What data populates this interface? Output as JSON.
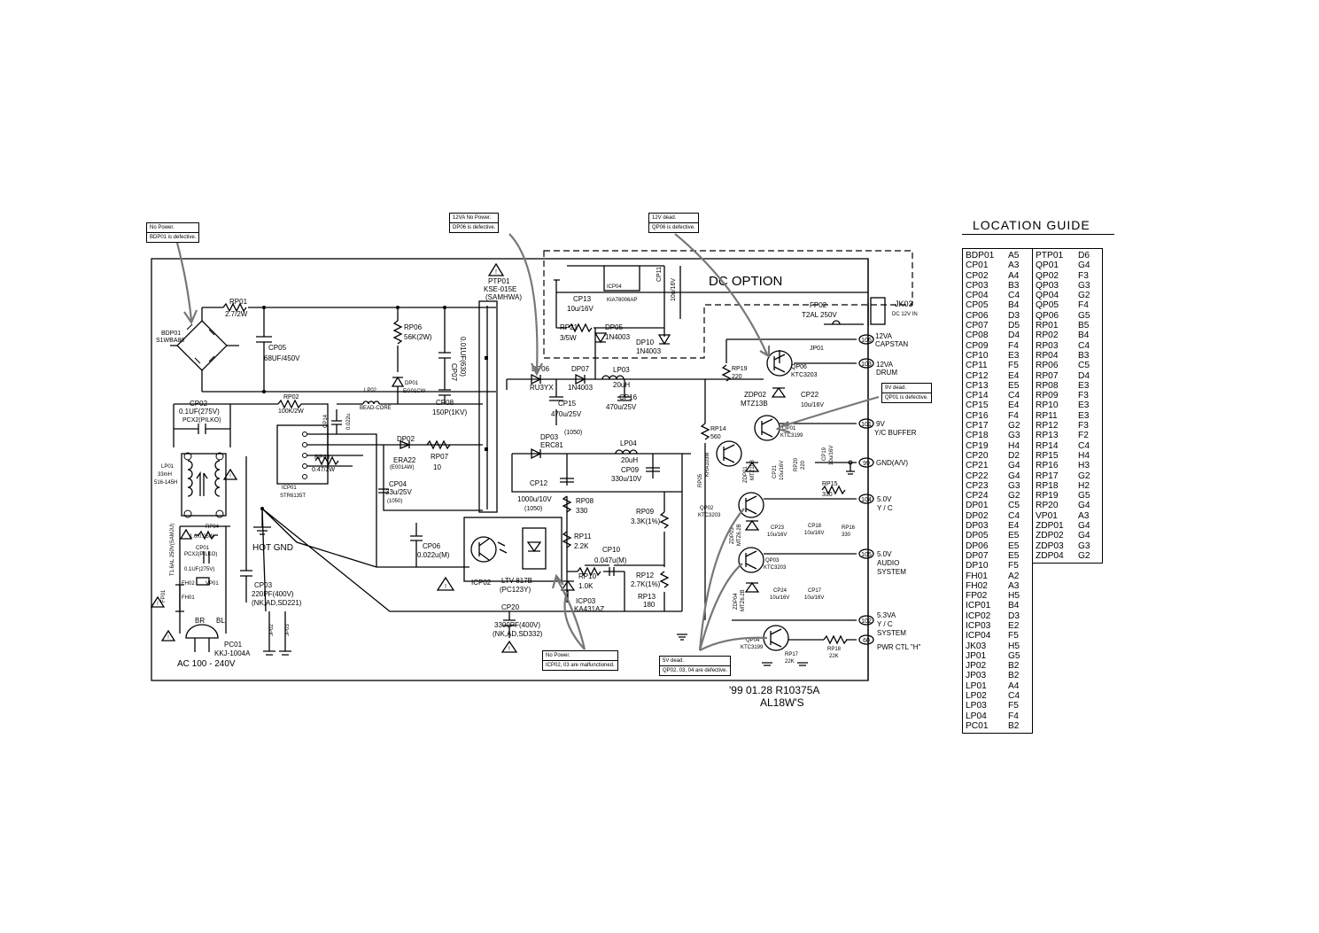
{
  "schematic": {
    "dc_option": "DC OPTION",
    "hot_gnd": "HOT GND",
    "ac_label": "AC 100 - 240V",
    "footer_date": "'99 01.28 R10375A",
    "footer_model": "AL18W'S",
    "components": {
      "rp01": "RP01",
      "rp01_val": "2.7/2W",
      "bdp01": "BDP01",
      "bdp01_val": "S1WBA80",
      "cp05": "CP05",
      "cp05_val": "68UF/450V",
      "rp06": "RP06",
      "rp06_val": "56K(2W)",
      "cp07": "CP07",
      "cp07_val": "0.01UF(630)",
      "dp01": "DP01",
      "dp01_val": "EG01CW",
      "ptp01": "PTP01",
      "ptp01_val": "KSE-015E",
      "ptp01_mfr": "(SAMHWA)",
      "cp02": "CP02",
      "cp02_val": "0.1UF(275V)",
      "cp02_mfr": "PCX2(PILKO)",
      "rp02": "RP02",
      "rp02_val": "100K/2W",
      "lp02": "LP02",
      "lp02_val": "BEAD-CORE",
      "cp08": "CP08",
      "cp08_val": "150P(1KV)",
      "cp14": "CP14",
      "cp14_val": "0.022u",
      "lp01": "LP01",
      "lp01_val": "33mH",
      "lp01_part": "516-145H",
      "dp02": "DP02",
      "dp02_val": "ERA22",
      "dp02_sub": "(E001AW)",
      "rp07": "RP07",
      "rp07_val": "10",
      "rp03": "RP03",
      "rp03_val": "0.47/2W",
      "icp01": "ICP01",
      "icp01_val": "STR6135T",
      "cp04": "CP04",
      "cp04_val": "33u/25V",
      "cp04_sub": "(1050)",
      "rp04": "RP04",
      "rp04_val": "1.0/0.25W",
      "cp01": "CP01",
      "cp01_val": "PCX2(PILKO)",
      "cp01_val2": "0.1UF(275V)",
      "fp01": "FP01",
      "fp01_val": "T1.6AL 250V(SAMJU)",
      "fh02": "FH02",
      "fh01": "FH01",
      "vp01": "VP01",
      "cp03": "CP03",
      "cp03_val": "220PF(400V)",
      "cp03_sub": "(NK,AD,SD221)",
      "jp02": "JP02",
      "jp03": "JP03",
      "pc01": "PC01",
      "pc01_val": "KKJ-1004A",
      "br": "BR",
      "bl": "BL",
      "icp04": "ICP04",
      "icp04_val": "KIA78006AP",
      "cp13": "CP13",
      "cp13_val": "10u/16V",
      "cp11": "CP11",
      "cp11_val": "10u/16V",
      "rp21": "RP21",
      "rp21_val": "3/5W",
      "dp05": "DP05",
      "dp05_val": "1N4003",
      "dp10": "DP10",
      "dp10_val": "1N4003",
      "fp02": "FP02",
      "fp02_val": "T2AL 250V",
      "jk03": "JK03",
      "jk03_val": "DC 12V IN",
      "dp06": "DP06",
      "dp06_val": "RU3YX",
      "dp07": "DP07",
      "dp07_val": "1N4003",
      "lp03": "LP03",
      "lp03_val": "20uH",
      "cp15": "CP15",
      "cp15_val": "470u/25V",
      "cp15_sub": "(1050)",
      "cp16": "CP16",
      "cp16_val": "470u/25V",
      "dp03": "DP03",
      "dp03_val": "ERC81",
      "lp04": "LP04",
      "lp04_val": "20uH",
      "cp09": "CP09",
      "cp09_val": "330u/10V",
      "cp12": "CP12",
      "cp12_val": "1000u/10V",
      "cp12_sub": "(1050)",
      "rp08": "RP08",
      "rp08_val": "330",
      "cp06": "CP06",
      "cp06_val": "0.022u(M)",
      "rp09": "RP09",
      "rp09_val": "3.3K(1%)",
      "rp11": "RP11",
      "rp11_val": "2.2K",
      "cp10": "CP10",
      "cp10_val": "0.047u(M)",
      "rp10": "RP10",
      "rp10_val": "1.0K",
      "rp12": "RP12",
      "rp12_val": "2.7K(1%)",
      "rp13": "RP13",
      "rp13_val": "180",
      "icp02": "ICP02",
      "icp02_val": "LTV-817B",
      "icp02_sub": "(PC123Y)",
      "icp03": "ICP03",
      "icp03_val": "KA431AZ",
      "cp20": "CP20",
      "cp20_val": "3300PF(400V)",
      "cp20_sub": "(NK,AD,SD332)",
      "jp01": "JP01",
      "qp06": "QP06",
      "qp06_val": "KTC3203",
      "rp19": "RP19",
      "rp19_val": "220",
      "zdp02": "ZDP02",
      "zdp02_val": "MTZ13B",
      "cp22": "CP22",
      "cp22_val": "10u/16V",
      "qp01": "QP01",
      "qp01_val": "KTC3199",
      "rp14": "RP14",
      "rp14_val": "560",
      "rp05": "RP05",
      "rp05_val": "KRA103M",
      "zdp01": "ZDP01",
      "zdp01_val": "MTZ10B",
      "cp21": "CP21",
      "cp21_val": "10u/16V",
      "rp20": "RP20",
      "rp20_val": "220",
      "cp19": "CP19",
      "cp19_val": "10u/16V",
      "rp15": "RP15",
      "rp15_val": "330",
      "qp02": "QP02",
      "qp02_val": "KTC3203",
      "zdp03": "ZDP03",
      "zdp03_val": "MTZ6.2B",
      "cp23": "CP23",
      "cp23_val": "10u/16V",
      "cp18": "CP18",
      "cp18_val": "10u/16V",
      "rp16": "RP16",
      "rp16_val": "330",
      "qp03": "QP03",
      "qp03_val": "KTC3203",
      "zdp04": "ZDP04",
      "zdp04_val": "MTZ6.2B",
      "cp24": "CP24",
      "cp24_val": "10u/16V",
      "cp17": "CP17",
      "cp17_val": "10u/16V",
      "qp04": "QP04",
      "qp04_val": "KTC3199",
      "rp17": "RP17",
      "rp17_val": "22K",
      "rp18": "RP18",
      "rp18_val": "22K"
    },
    "outputs": [
      {
        "pin": "106",
        "l1": "12VA",
        "l2": "CAPSTAN"
      },
      {
        "pin": "103",
        "l1": "12VA",
        "l2": "DRUM"
      },
      {
        "pin": "101",
        "l1": "9V",
        "l2": "Y/C BUFFER"
      },
      {
        "pin": "99",
        "l1": "GND(A/V)",
        "l2": ""
      },
      {
        "pin": "104",
        "l1": "5.0V",
        "l2": "Y / C"
      },
      {
        "pin": "105",
        "l1": "5.0V",
        "l2": "AUDIO",
        "l3": "SYSTEM"
      },
      {
        "pin": "102",
        "l1": "5.3VA",
        "l2": "Y / C",
        "l3": "SYSTEM"
      },
      {
        "pin": "60",
        "l1": "PWR CTL \"H\"",
        "l2": ""
      }
    ]
  },
  "notes": [
    {
      "title": "No Power.",
      "text": "BDP01 is defective."
    },
    {
      "title": "12VA No Power.",
      "text": "DP06 is defective."
    },
    {
      "title": "12V dead.",
      "text": "QP06 is defective."
    },
    {
      "title": "9V dead.",
      "text": "QP01 is defective."
    },
    {
      "title": "No Power.",
      "text": "ICP02, 03 are malfunctioned."
    },
    {
      "title": "5V dead.",
      "text": "QP02, 03, 04 are defective."
    }
  ],
  "location_guide": {
    "title": "LOCATION GUIDE",
    "left": [
      [
        "BDP01",
        "A5"
      ],
      [
        "CP01",
        "A3"
      ],
      [
        "CP02",
        "A4"
      ],
      [
        "CP03",
        "B3"
      ],
      [
        "CP04",
        "C4"
      ],
      [
        "CP05",
        "B4"
      ],
      [
        "CP06",
        "D3"
      ],
      [
        "CP07",
        "D5"
      ],
      [
        "CP08",
        "D4"
      ],
      [
        "CP09",
        "F4"
      ],
      [
        "CP10",
        "E3"
      ],
      [
        "CP11",
        "F5"
      ],
      [
        "CP12",
        "E4"
      ],
      [
        "CP13",
        "E5"
      ],
      [
        "CP14",
        "C4"
      ],
      [
        "CP15",
        "E4"
      ],
      [
        "CP16",
        "F4"
      ],
      [
        "CP17",
        "G2"
      ],
      [
        "CP18",
        "G3"
      ],
      [
        "CP19",
        "H4"
      ],
      [
        "CP20",
        "D2"
      ],
      [
        "CP21",
        "G4"
      ],
      [
        "CP22",
        "G4"
      ],
      [
        "CP23",
        "G3"
      ],
      [
        "CP24",
        "G2"
      ],
      [
        "DP01",
        "C5"
      ],
      [
        "DP02",
        "C4"
      ],
      [
        "DP03",
        "E4"
      ],
      [
        "DP05",
        "E5"
      ],
      [
        "DP06",
        "E5"
      ],
      [
        "DP07",
        "E5"
      ],
      [
        "DP10",
        "F5"
      ],
      [
        "FH01",
        "A2"
      ],
      [
        "FH02",
        "A3"
      ],
      [
        "FP02",
        "H5"
      ],
      [
        "ICP01",
        "B4"
      ],
      [
        "ICP02",
        "D3"
      ],
      [
        "ICP03",
        "E2"
      ],
      [
        "ICP04",
        "F5"
      ],
      [
        "JK03",
        "H5"
      ],
      [
        "JP01",
        "G5"
      ],
      [
        "JP02",
        "B2"
      ],
      [
        "JP03",
        "B2"
      ],
      [
        "LP01",
        "A4"
      ],
      [
        "LP02",
        "C4"
      ],
      [
        "LP03",
        "F5"
      ],
      [
        "LP04",
        "F4"
      ],
      [
        "PC01",
        "B2"
      ]
    ],
    "right": [
      [
        "PTP01",
        "D6"
      ],
      [
        "QP01",
        "G4"
      ],
      [
        "QP02",
        "F3"
      ],
      [
        "QP03",
        "G3"
      ],
      [
        "QP04",
        "G2"
      ],
      [
        "QP05",
        "F4"
      ],
      [
        "QP06",
        "G5"
      ],
      [
        "RP01",
        "B5"
      ],
      [
        "RP02",
        "B4"
      ],
      [
        "RP03",
        "C4"
      ],
      [
        "RP04",
        "B3"
      ],
      [
        "RP06",
        "C5"
      ],
      [
        "RP07",
        "D4"
      ],
      [
        "RP08",
        "E3"
      ],
      [
        "RP09",
        "F3"
      ],
      [
        "RP10",
        "E3"
      ],
      [
        "RP11",
        "E3"
      ],
      [
        "RP12",
        "F3"
      ],
      [
        "RP13",
        "F2"
      ],
      [
        "RP14",
        "C4"
      ],
      [
        "RP15",
        "H4"
      ],
      [
        "RP16",
        "H3"
      ],
      [
        "RP17",
        "G2"
      ],
      [
        "RP18",
        "H2"
      ],
      [
        "RP19",
        "G5"
      ],
      [
        "RP20",
        "G4"
      ],
      [
        "VP01",
        "A3"
      ],
      [
        "ZDP01",
        "G4"
      ],
      [
        "ZDP02",
        "G4"
      ],
      [
        "ZDP03",
        "G3"
      ],
      [
        "ZDP04",
        "G2"
      ]
    ]
  }
}
